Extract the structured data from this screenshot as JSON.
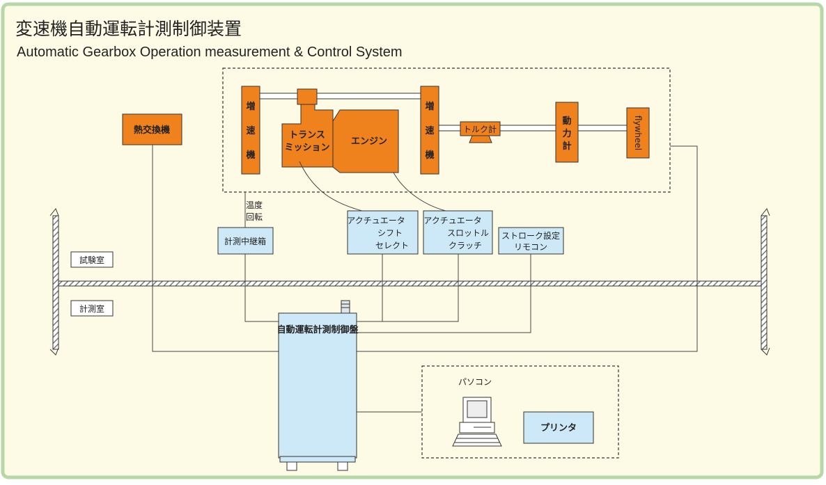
{
  "title": {
    "japanese": "変速機自動運転計測制御装置",
    "english": "Automatic Gearbox Operation measurement & Control System"
  },
  "components": {
    "heat_exchanger": "熱交換機",
    "gear_left": [
      "増",
      "速",
      "機"
    ],
    "gear_right": [
      "増",
      "速",
      "機"
    ],
    "transmission": [
      "トランス",
      "ミッション"
    ],
    "engine": "エンジン",
    "torque_meter": "トルク計",
    "dynamometer": [
      "動",
      "力",
      "計"
    ],
    "flywheel": "flywheel",
    "temp_rotation": [
      "温度",
      "回転"
    ],
    "junction_box": "計測中継箱",
    "actuator_shift": [
      "アクチュエータ",
      "シフト",
      "セレクト"
    ],
    "actuator_throttle": [
      "アクチュエータ",
      "スロットル",
      "クラッチ"
    ],
    "stroke_remote": [
      "ストローク設定",
      "リモコン"
    ],
    "control_panel": "自動運転計測制御盤",
    "pc": "パソコン",
    "printer": "プリンタ"
  },
  "rooms": {
    "test_room": "試験室",
    "measurement_room": "計測室"
  },
  "colors": {
    "background": "#fdfbe6",
    "border": "#b6d8a6",
    "orange": "#f0821e",
    "blue": "#cde8f6"
  }
}
